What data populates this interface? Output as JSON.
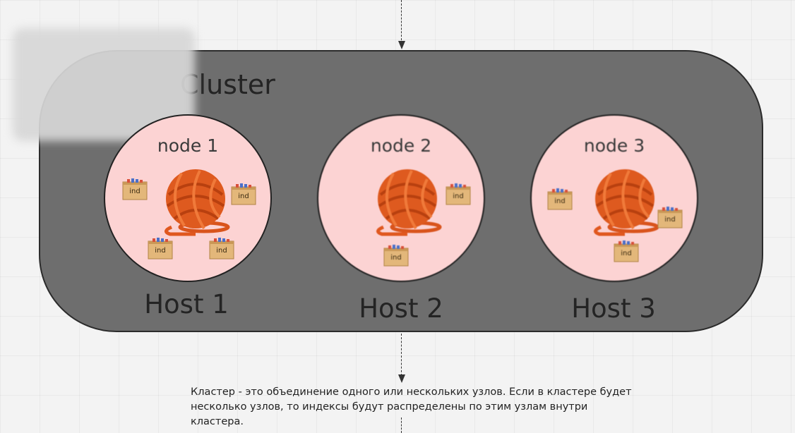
{
  "cluster": {
    "label": "Cluster",
    "nodes": [
      {
        "label": "node 1",
        "host": "Host 1",
        "box_label": "ind"
      },
      {
        "label": "node 2",
        "host": "Host 2",
        "box_label": "ind"
      },
      {
        "label": "node 3",
        "host": "Host 3",
        "box_label": "ind"
      }
    ]
  },
  "caption": {
    "line1": "Кластер - это объединение одного или нескольких узлов. Если в кластере будет",
    "line2": "несколько узлов, то индексы будут распределены по этим узлам внутри кластера."
  },
  "colors": {
    "cluster_fill": "#6e6e6e",
    "node_fill": "#fcd3d3",
    "yarn": "#e0581f"
  }
}
